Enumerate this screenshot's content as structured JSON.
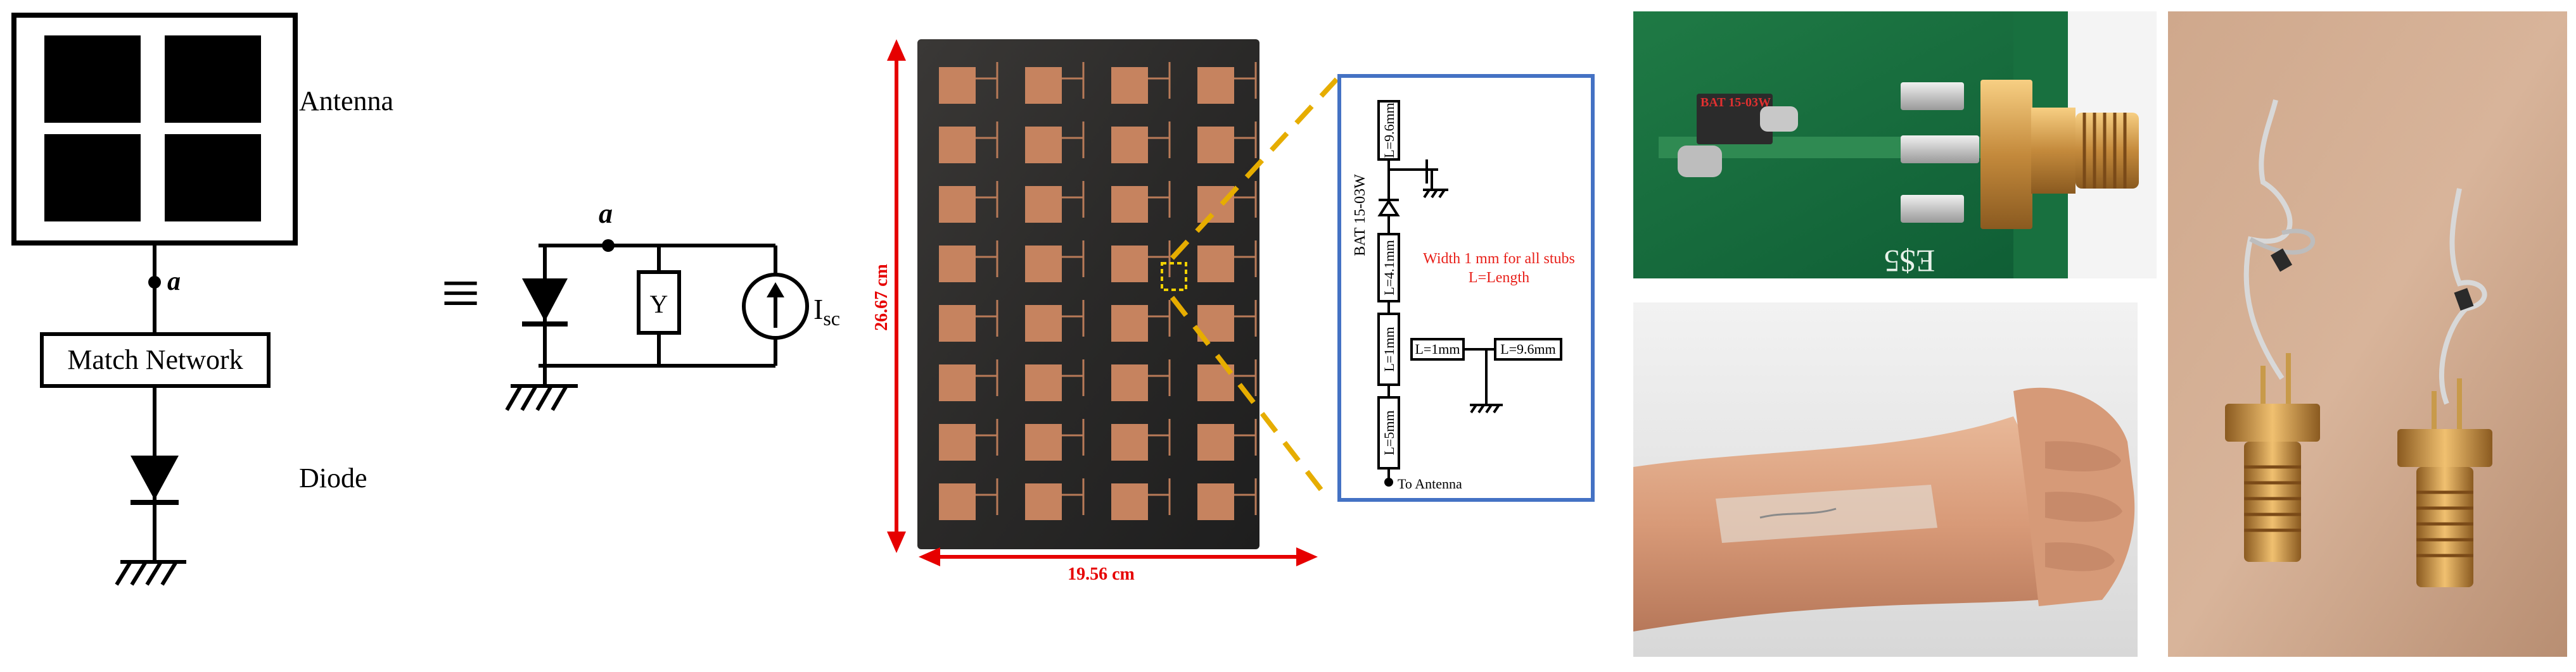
{
  "schematic": {
    "antenna_label": "Antenna",
    "node_label": "a",
    "match_network_label": "Match Network",
    "diode_label": "Diode",
    "equiv_symbol": "≡",
    "equiv_node_label": "a",
    "admittance_label": "Y",
    "current_label_main": "I",
    "current_label_sub": "sc"
  },
  "array_photo": {
    "height_label": "26.67 cm",
    "width_label": "19.56 cm",
    "rows": 8,
    "cols": 4
  },
  "stub_detail": {
    "diode_label": "BAT 15-03W",
    "stub_top": "L=9.6mm",
    "stub_mid": "L=4.1mm",
    "stub_lower": "L=1mm",
    "stub_side1": "L=1mm",
    "stub_side2": "L=9.6mm",
    "stub_bottom": "L=5mm",
    "note_line1": "Width 1 mm for all stubs",
    "note_line2": "L=Length",
    "to_antenna": "To Antenna",
    "colors": {
      "frame": "#4472c4",
      "note": "#e8201a",
      "leader": "#e6ad00"
    }
  },
  "pcb_photo": {
    "chip_label": "BAT 15-03W",
    "board_text": "E$5"
  }
}
